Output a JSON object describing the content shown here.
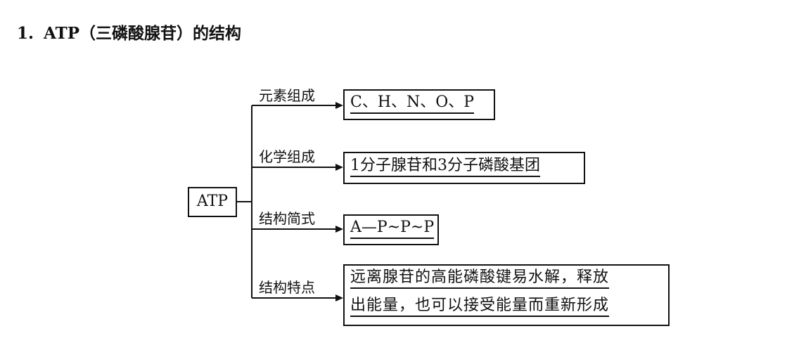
{
  "title": {
    "number": "1.",
    "text": "ATP（三磷酸腺苷）的结构"
  },
  "root": {
    "label": "ATP"
  },
  "branches": [
    {
      "label": "元素组成",
      "content": [
        "C、H、N、O、P"
      ]
    },
    {
      "label": "化学组成",
      "content": [
        "1分子腺苷和3分子磷酸基团"
      ]
    },
    {
      "label": "结构简式",
      "content": [
        "A—P~P~P"
      ]
    },
    {
      "label": "结构特点",
      "content": [
        "远离腺苷的高能磷酸键易水解，释放",
        "出能量，也可以接受能量而重新形成"
      ]
    }
  ]
}
